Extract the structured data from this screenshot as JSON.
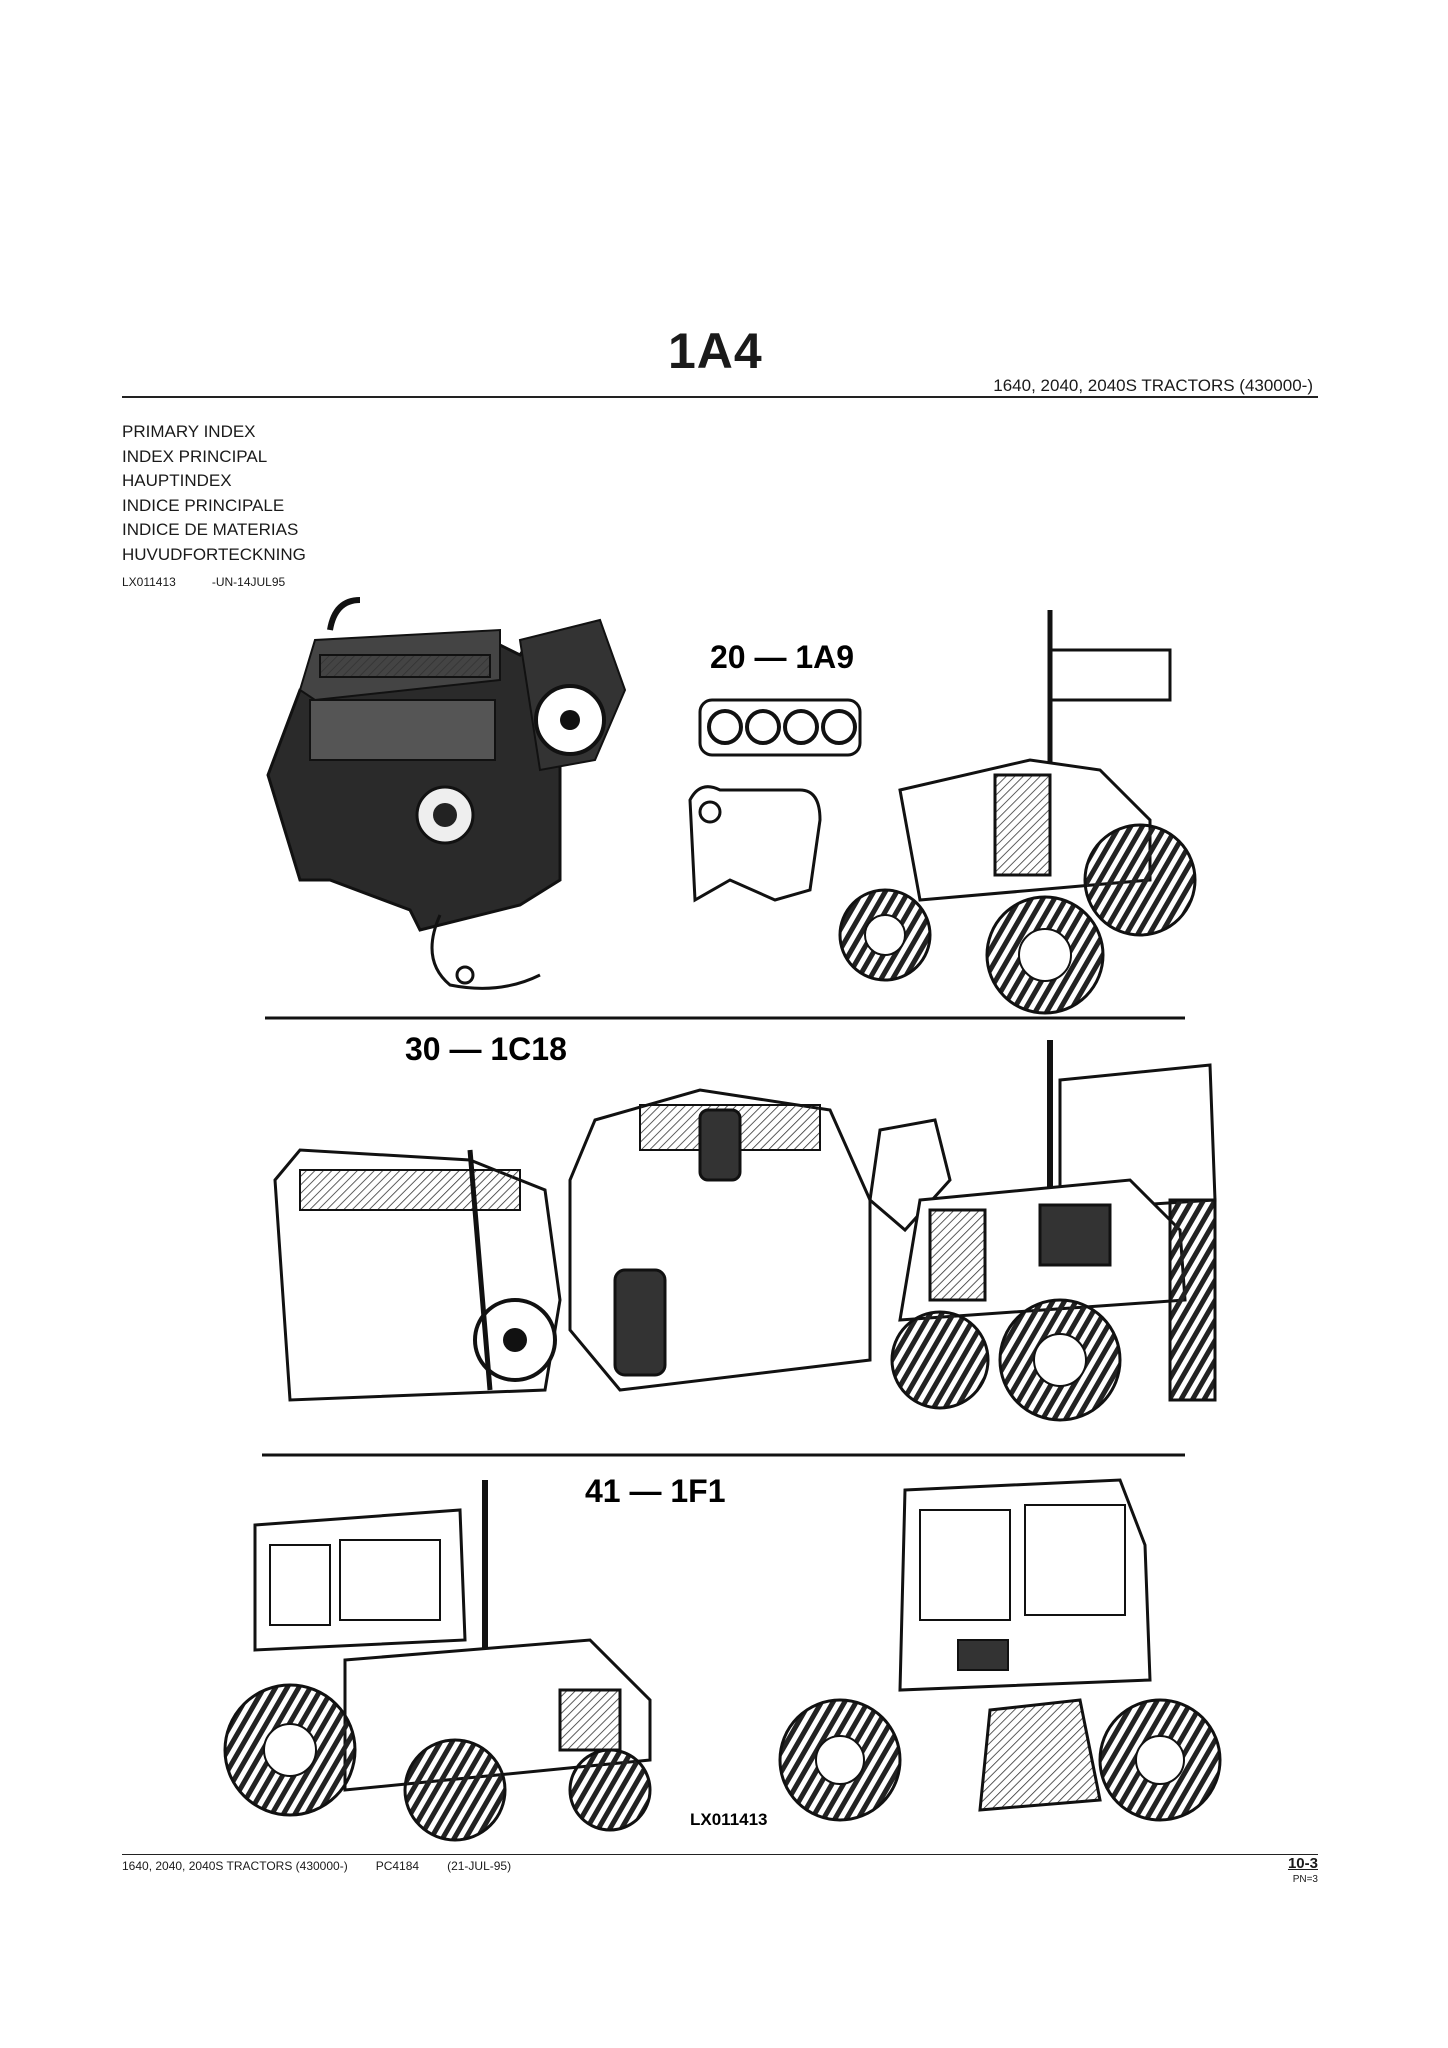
{
  "header": {
    "code": "1A4",
    "model_title": "1640, 2040, 2040S TRACTORS (430000-)"
  },
  "index_titles": [
    "PRIMARY INDEX",
    "INDEX PRINCIPAL",
    "HAUPTINDEX",
    "INDICE PRINCIPALE",
    "INDICE DE MATERIAS",
    "HUVUDFORTECKNING"
  ],
  "reference": {
    "image_id": "LX011413",
    "revision": "-UN-14JUL95"
  },
  "figure": {
    "sections": [
      {
        "label": "20 — 1A9",
        "subject": "engine and gaskets"
      },
      {
        "label": "30 — 1C18",
        "subject": "engine assemblies"
      },
      {
        "label": "41 — 1F1",
        "subject": "cab tractors"
      }
    ],
    "image_id": "LX011413"
  },
  "footer": {
    "model": "1640, 2040, 2040S TRACTORS (430000-)",
    "publication": "PC4184",
    "date": "(21-JUL-95)",
    "page": "10-3",
    "pn": "PN=3"
  }
}
